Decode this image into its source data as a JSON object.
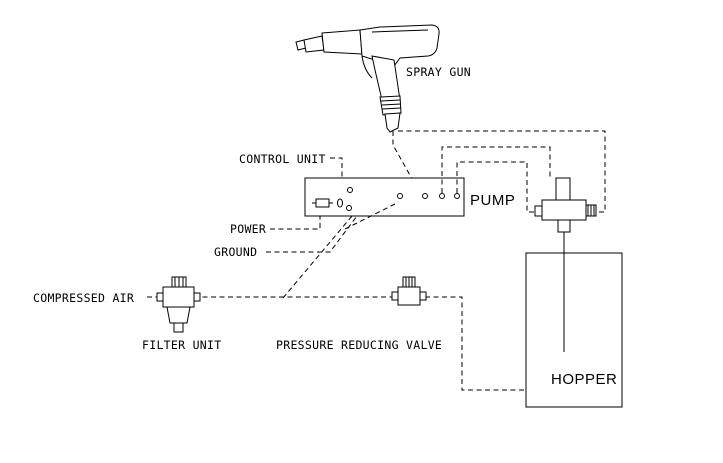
{
  "labels": {
    "spray_gun": "SPRAY GUN",
    "control_unit": "CONTROL UNIT",
    "pump": "PUMP",
    "power": "POWER",
    "ground": "GROUND",
    "compressed_air": "COMPRESSED AIR",
    "filter_unit": "FILTER UNIT",
    "pressure_reducing_valve": "PRESSURE REDUCING VALVE",
    "hopper": "HOPPER"
  }
}
